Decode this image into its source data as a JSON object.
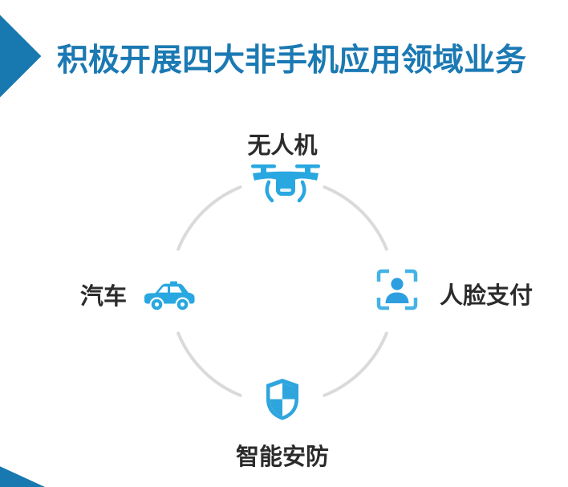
{
  "title": {
    "text": "积极开展四大非手机应用领域业务"
  },
  "items": [
    {
      "id": "drone",
      "label": "无人机",
      "icon": "drone-icon",
      "position": "top"
    },
    {
      "id": "car",
      "label": "汽车",
      "icon": "car-icon",
      "position": "left"
    },
    {
      "id": "face-payment",
      "label": "人脸支付",
      "icon": "face-scan-icon",
      "position": "right"
    },
    {
      "id": "smart-security",
      "label": "智能安防",
      "icon": "shield-check-icon",
      "position": "bottom"
    }
  ],
  "colors": {
    "title_blue": "#1B79B3",
    "corner_diamond_blue": "#1878B0",
    "icon_blue": "#29A7E0",
    "bracket_light_blue": "#45B3E6",
    "ring_gray": "#DADADA",
    "label_dark": "#2B2B2B",
    "background": "#FFFFFF"
  }
}
